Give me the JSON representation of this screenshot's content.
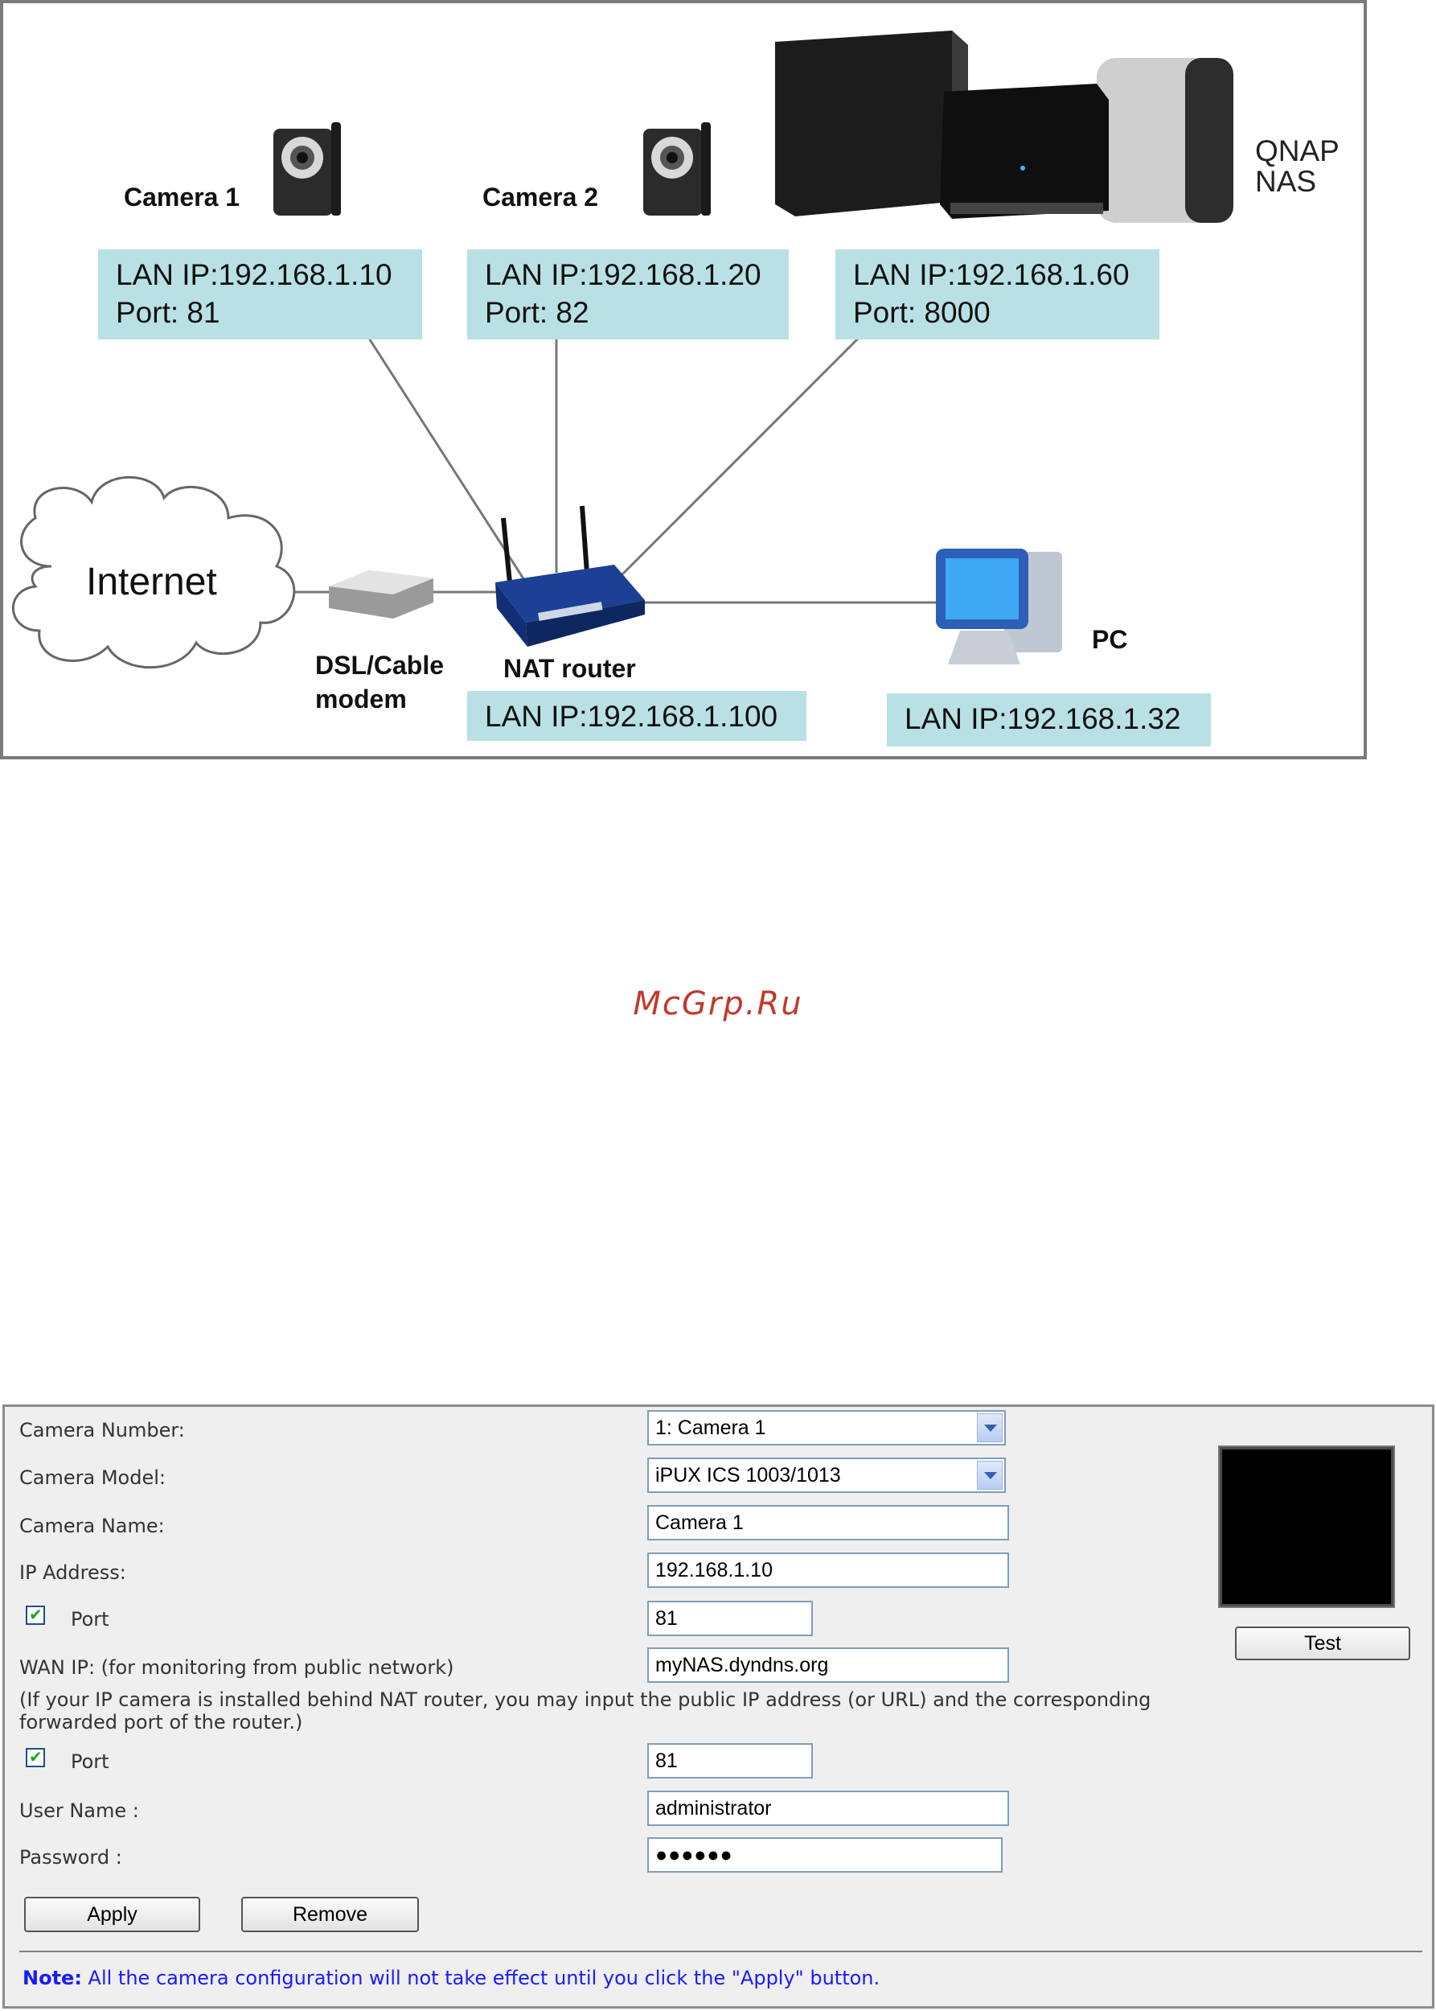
{
  "diagram": {
    "cameras": [
      {
        "label": "Camera 1",
        "ip": "LAN IP:192.168.1.10",
        "port": "Port: 81"
      },
      {
        "label": "Camera 2",
        "ip": "LAN IP:192.168.1.20",
        "port": "Port: 82"
      }
    ],
    "nas": {
      "label_line1": "QNAP",
      "label_line2": "NAS",
      "ip": "LAN IP:192.168.1.60",
      "port": "Port: 8000",
      "brand": "QNAP"
    },
    "internet_label": "Internet",
    "modem_label_line1": "DSL/Cable",
    "modem_label_line2": "modem",
    "router_label": "NAT router",
    "router_ip": "LAN IP:192.168.1.100",
    "pc_label": "PC",
    "pc_ip": "LAN IP:192.168.1.32",
    "colors": {
      "ip_box": "#b9e1e5",
      "link_line": "#777777"
    }
  },
  "watermark": "McGrp.Ru",
  "form": {
    "camera_number": {
      "label": "Camera Number:",
      "value": "1: Camera 1"
    },
    "camera_model": {
      "label": "Camera Model:",
      "value": "iPUX ICS 1003/1013"
    },
    "camera_name": {
      "label": "Camera Name:",
      "value": "Camera 1"
    },
    "ip_address": {
      "label": "IP Address:",
      "value": "192.168.1.10"
    },
    "port": {
      "label": "Port",
      "value": "81",
      "checked": true
    },
    "wan_ip": {
      "label": "WAN IP: (for monitoring from public network)",
      "value": "myNAS.dyndns.org"
    },
    "hint": "(If your IP camera is installed behind NAT router, you may input the public IP address (or URL) and the corresponding forwarded port of the router.)",
    "wan_port": {
      "label": "Port",
      "value": "81",
      "checked": true
    },
    "user_name": {
      "label": "User Name :",
      "value": "administrator"
    },
    "password": {
      "label": "Password :",
      "value": "●●●●●●"
    },
    "apply_label": "Apply",
    "remove_label": "Remove",
    "test_label": "Test",
    "note_bold": "Note:",
    "note_text": " All the camera configuration will not take effect until you click the \"Apply\" button.",
    "colors": {
      "note": "#1a1aff",
      "check": "#21a121",
      "panel_bg": "#efefef"
    }
  }
}
